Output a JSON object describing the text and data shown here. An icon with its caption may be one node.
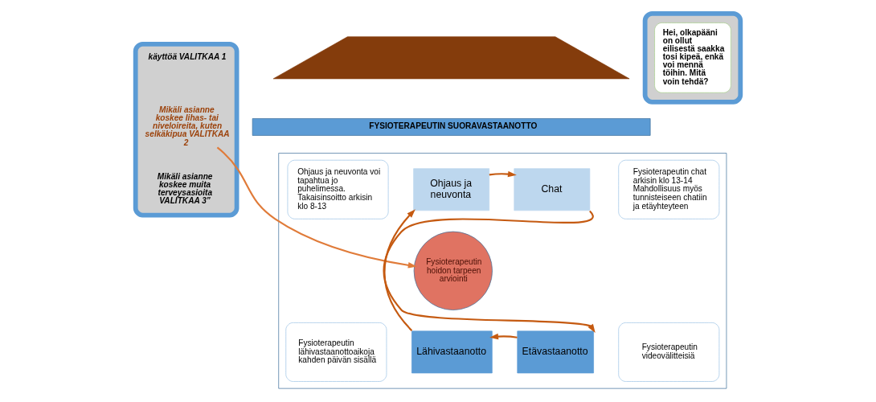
{
  "diagram": {
    "nodes": [
      {
        "text": [],
        "shape": "phone"
      },
      {
        "text": [
          "käyttöä VALITKAA 1"
        ],
        "in": 0
      },
      {
        "text": [
          "Mikäli asianne koskee lihas- tai niveloireita, kuten selkäkipua VALITKAA 2"
        ],
        "in": 0
      },
      {
        "text": [
          "Mikäli asianne koskee muita terveysasioita VALITKAA 3”"
        ],
        "in": 0
      },
      {
        "text": [],
        "shape": "trapezium"
      },
      {
        "text": [],
        "shape": "phone"
      },
      {
        "text": [
          "Hei, olkapääni on ollut eilisestä saakka tosi kipeä, enkä voi mennä töihin. Mitä voin tehdä?"
        ],
        "in": 5
      },
      {
        "text": [
          "FYSIOTERAPEUTIN SUORAVASTAANOTTO"
        ]
      },
      {
        "text": [],
        "shape": "box"
      },
      {
        "text": [
          "Ohjaus ja neuvonta voi tapahtua jo puhelimessa. Takaisinsoitto arkisin klo 8-13"
        ],
        "in": 8
      },
      {
        "text": [
          "Fysioterapeutin chat arkisin klo 13-14",
          "Mahdollisuus myös tunnisteiseen chatiin ja etäyhteyteen"
        ],
        "in": 8
      },
      {
        "text": [
          "Ohjaus ja neuvonta"
        ],
        "in": 8
      },
      {
        "text": [
          "Chat"
        ],
        "in": 8
      },
      {
        "text": [
          "Fysioterapeutin hoidon tarpeen arviointi"
        ],
        "in": 8
      },
      {
        "text": [
          "Lähivastaanotto"
        ],
        "in": 8
      },
      {
        "text": [
          "Etävastaanotto"
        ],
        "in": 8
      },
      {
        "text": [
          "Fysioterapeutin lähivastaanottoaikoja kahden päivän sisällä"
        ],
        "in": 8
      },
      {
        "text": [
          "Fysioterapeutin videovälitteisiä"
        ],
        "in": 8
      }
    ],
    "edges": [
      {
        "from": 2,
        "to": 13,
        "arrow": "to",
        "color": "#e07b39"
      },
      {
        "from": 11,
        "to": 12,
        "arrow": "to"
      },
      {
        "from": 12,
        "to": 15,
        "arrow": "to"
      },
      {
        "from": 15,
        "to": 14,
        "arrow": "to"
      },
      {
        "from": 14,
        "to": 11,
        "arrow": "to"
      }
    ]
  }
}
